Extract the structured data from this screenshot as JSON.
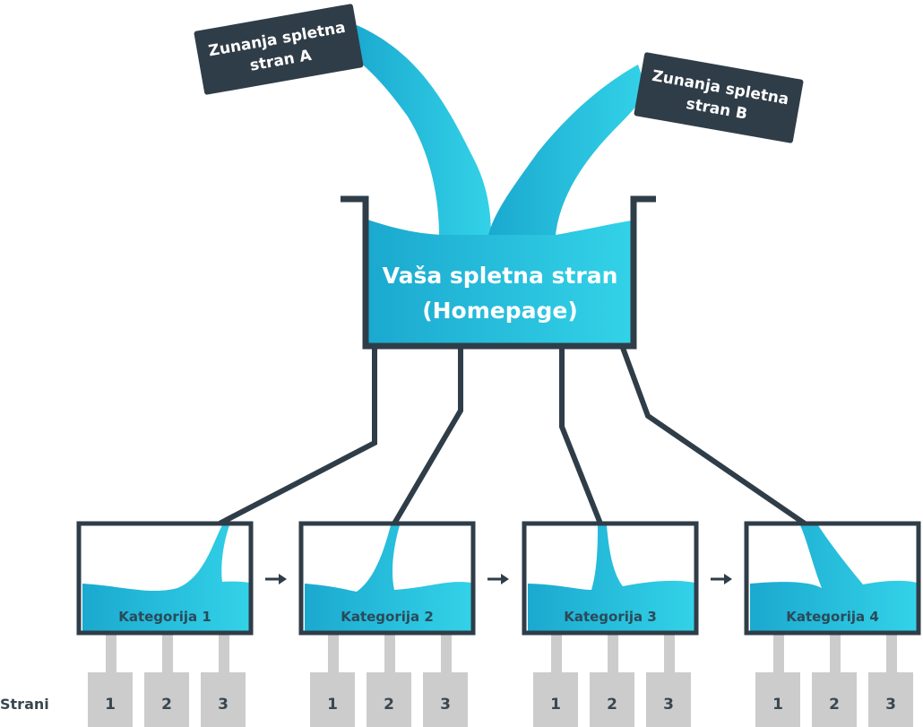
{
  "sources": [
    {
      "line1": "Zunanja spletna",
      "line2": "stran A"
    },
    {
      "line1": "Zunanja spletna",
      "line2": "stran B"
    }
  ],
  "homepage": {
    "line1": "Vaša spletna stran",
    "line2": "(Homepage)"
  },
  "categories": [
    {
      "label": "Kategorija 1",
      "pages": [
        "1",
        "2",
        "3"
      ]
    },
    {
      "label": "Kategorija 2",
      "pages": [
        "1",
        "2",
        "3"
      ]
    },
    {
      "label": "Kategorija 3",
      "pages": [
        "1",
        "2",
        "3"
      ]
    },
    {
      "label": "Kategorija 4",
      "pages": [
        "1",
        "2",
        "3"
      ]
    }
  ],
  "pages_row_label": "Strani",
  "colors": {
    "water_dark": "#1ba9cf",
    "water_light": "#33d2e8",
    "outline": "#2f3d48",
    "label_box": "#2f3d48",
    "page_box": "#cccccc",
    "page_text": "#3a4750",
    "category_text": "#2a4a5a"
  }
}
